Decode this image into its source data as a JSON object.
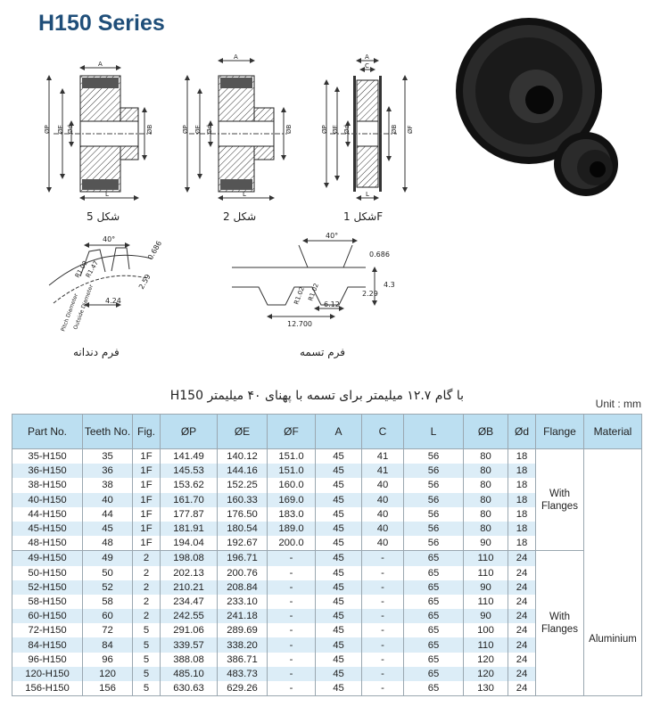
{
  "title": "H150 Series",
  "figures": {
    "fig5": {
      "caption": "شکل 5",
      "dims": {
        "a": "A",
        "p": "ØP",
        "e": "ØE",
        "d": "Ød",
        "b": "ØB",
        "l": "L"
      }
    },
    "fig2": {
      "caption": "شکل 2",
      "dims": {
        "a": "A",
        "p": "ØP",
        "e": "ØE",
        "d": "Ød",
        "b": "ØB",
        "l": "L"
      }
    },
    "fig1f": {
      "caption": "شکل 1F",
      "dims": {
        "a": "A",
        "c": "C",
        "p": "ØP",
        "e": "ØE",
        "d": "Ød",
        "b": "ØB",
        "f": "ØF",
        "l": "L"
      }
    },
    "tooth": {
      "caption": "فرم دندانه",
      "angle": "40°",
      "v1": "0.686",
      "v2": "2.59",
      "v3": "4.24",
      "r1": "R1.47",
      "r2": "R1.02",
      "pitch_label": "Pitch Diameter",
      "outside_label": "Outside Diameter"
    },
    "belt": {
      "caption": "فرم تسمه",
      "angle": "40°",
      "v1": "0.686",
      "v2": "4.3",
      "v3": "2.29",
      "v4": "6.12",
      "v5": "12.700",
      "r1": "R1.02",
      "r2": "R1.02"
    }
  },
  "table": {
    "heading": "H150 با گام ۱۲.۷ میلیمتر برای تسمه با پهنای ۴۰ میلیمتر",
    "unit": "Unit : mm",
    "columns": [
      "Part No.",
      "Teeth No.",
      "Fig.",
      "ØP",
      "ØE",
      "ØF",
      "A",
      "C",
      "L",
      "ØB",
      "Ød",
      "Flange",
      "Material"
    ],
    "rows": [
      [
        "35-H150",
        "35",
        "1F",
        "141.49",
        "140.12",
        "151.0",
        "45",
        "41",
        "56",
        "80",
        "18"
      ],
      [
        "36-H150",
        "36",
        "1F",
        "145.53",
        "144.16",
        "151.0",
        "45",
        "41",
        "56",
        "80",
        "18"
      ],
      [
        "38-H150",
        "38",
        "1F",
        "153.62",
        "152.25",
        "160.0",
        "45",
        "40",
        "56",
        "80",
        "18"
      ],
      [
        "40-H150",
        "40",
        "1F",
        "161.70",
        "160.33",
        "169.0",
        "45",
        "40",
        "56",
        "80",
        "18"
      ],
      [
        "44-H150",
        "44",
        "1F",
        "177.87",
        "176.50",
        "183.0",
        "45",
        "40",
        "56",
        "80",
        "18"
      ],
      [
        "45-H150",
        "45",
        "1F",
        "181.91",
        "180.54",
        "189.0",
        "45",
        "40",
        "56",
        "80",
        "18"
      ],
      [
        "48-H150",
        "48",
        "1F",
        "194.04",
        "192.67",
        "200.0",
        "45",
        "40",
        "56",
        "90",
        "18"
      ],
      [
        "49-H150",
        "49",
        "2",
        "198.08",
        "196.71",
        "-",
        "45",
        "-",
        "65",
        "110",
        "24"
      ],
      [
        "50-H150",
        "50",
        "2",
        "202.13",
        "200.76",
        "-",
        "45",
        "-",
        "65",
        "110",
        "24"
      ],
      [
        "52-H150",
        "52",
        "2",
        "210.21",
        "208.84",
        "-",
        "45",
        "-",
        "65",
        "90",
        "24"
      ],
      [
        "58-H150",
        "58",
        "2",
        "234.47",
        "233.10",
        "-",
        "45",
        "-",
        "65",
        "110",
        "24"
      ],
      [
        "60-H150",
        "60",
        "2",
        "242.55",
        "241.18",
        "-",
        "45",
        "-",
        "65",
        "90",
        "24"
      ],
      [
        "72-H150",
        "72",
        "5",
        "291.06",
        "289.69",
        "-",
        "45",
        "-",
        "65",
        "100",
        "24"
      ],
      [
        "84-H150",
        "84",
        "5",
        "339.57",
        "338.20",
        "-",
        "45",
        "-",
        "65",
        "110",
        "24"
      ],
      [
        "96-H150",
        "96",
        "5",
        "388.08",
        "386.71",
        "-",
        "45",
        "-",
        "65",
        "120",
        "24"
      ],
      [
        "120-H150",
        "120",
        "5",
        "485.10",
        "483.73",
        "-",
        "45",
        "-",
        "65",
        "120",
        "24"
      ],
      [
        "156-H150",
        "156",
        "5",
        "630.63",
        "629.26",
        "-",
        "45",
        "-",
        "65",
        "130",
        "24"
      ]
    ],
    "flange_groups": [
      {
        "text_line1": "With",
        "text_line2": "Flanges",
        "rows": 7
      },
      {
        "text_line1": "With",
        "text_line2": "Flanges",
        "rows": 10
      }
    ],
    "material": "Aluminium"
  }
}
